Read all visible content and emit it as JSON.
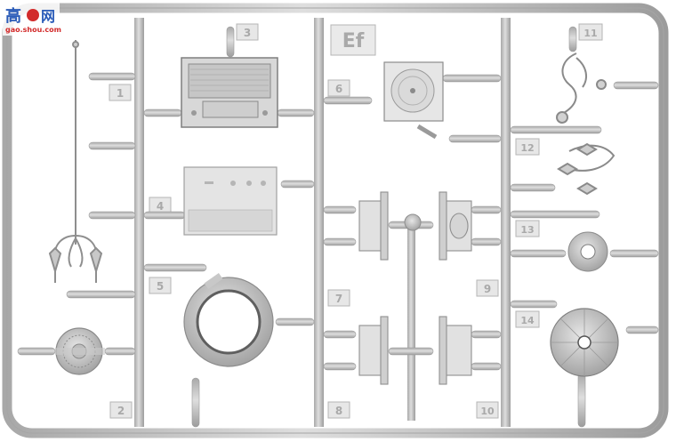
{
  "watermark": {
    "chars": [
      "高",
      "网"
    ],
    "url": "gao.shou.com",
    "colors": {
      "text": "#2a5bb8",
      "accent": "#d22a2a"
    }
  },
  "sprue": {
    "code": "Ef",
    "numbers": [
      "1",
      "2",
      "3",
      "4",
      "5",
      "6",
      "7",
      "8",
      "9",
      "10",
      "11",
      "12",
      "13",
      "14"
    ],
    "colors": {
      "plastic": "#cfcfcf",
      "shadow": "#9a9a9a",
      "background": "#ffffff"
    }
  }
}
